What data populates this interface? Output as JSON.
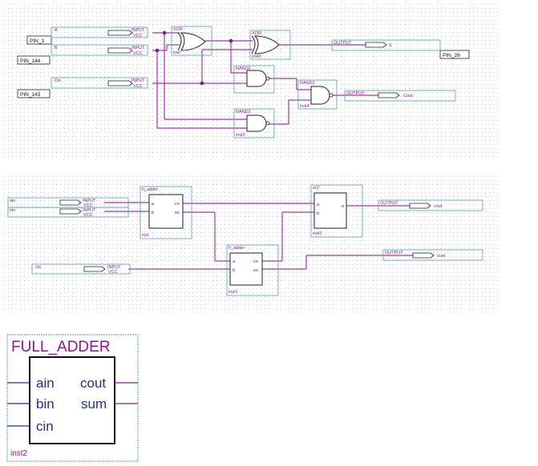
{
  "colors": {
    "wire": "#a23aa8",
    "box_outline": "#4fa3a8",
    "dot_grid": "#bdbdbd",
    "text_blue": "#1f2f9a",
    "text_purple": "#8a1a8a"
  },
  "schematic1": {
    "pins": [
      "PIN_3",
      "PIN_144",
      "PIN_143",
      "PIN_26"
    ],
    "inputs": [
      {
        "name": "A",
        "type": "INPUT",
        "vcc": "VCC"
      },
      {
        "name": "B",
        "type": "INPUT",
        "vcc": "VCC"
      },
      {
        "name": "Cin",
        "type": "INPUT",
        "vcc": "VCC"
      }
    ],
    "outputs": [
      {
        "name": "S",
        "type": "OUTPUT"
      },
      {
        "name": "Cout",
        "type": "OUTPUT"
      }
    ],
    "gates": [
      {
        "type": "XOR",
        "inst": "inst"
      },
      {
        "type": "XOR",
        "inst": "inst2"
      },
      {
        "type": "NAND2",
        "inst": ""
      },
      {
        "type": "NAND2",
        "inst": "inst4"
      },
      {
        "type": "NAND2",
        "inst": "inst3"
      }
    ]
  },
  "schematic2": {
    "inputs": [
      {
        "name": "ain",
        "type": "INPUT",
        "vcc": "VCC"
      },
      {
        "name": "bin",
        "type": "INPUT",
        "vcc": "VCC"
      },
      {
        "name": "cin",
        "type": "INPUT",
        "vcc": "VCC"
      }
    ],
    "outputs": [
      {
        "name": "cout",
        "type": "OUTPUT"
      },
      {
        "name": "sum",
        "type": "OUTPUT"
      }
    ],
    "blocks": [
      {
        "title": "h_adder",
        "ports_in": [
          "a",
          "b"
        ],
        "ports_out": [
          "co",
          "so"
        ],
        "inst": "inst"
      },
      {
        "title": "h_adder",
        "ports_in": [
          "a",
          "b"
        ],
        "ports_out": [
          "co",
          "so"
        ],
        "inst": "inst1"
      },
      {
        "title": "or2",
        "ports_in": [
          "a",
          "b"
        ],
        "ports_out": [
          "o"
        ],
        "inst": "inst2"
      }
    ]
  },
  "symbol": {
    "title": "FULL_ADDER",
    "inputs": [
      "ain",
      "bin",
      "cin"
    ],
    "outputs": [
      "cout",
      "sum"
    ],
    "inst": "inst2"
  }
}
